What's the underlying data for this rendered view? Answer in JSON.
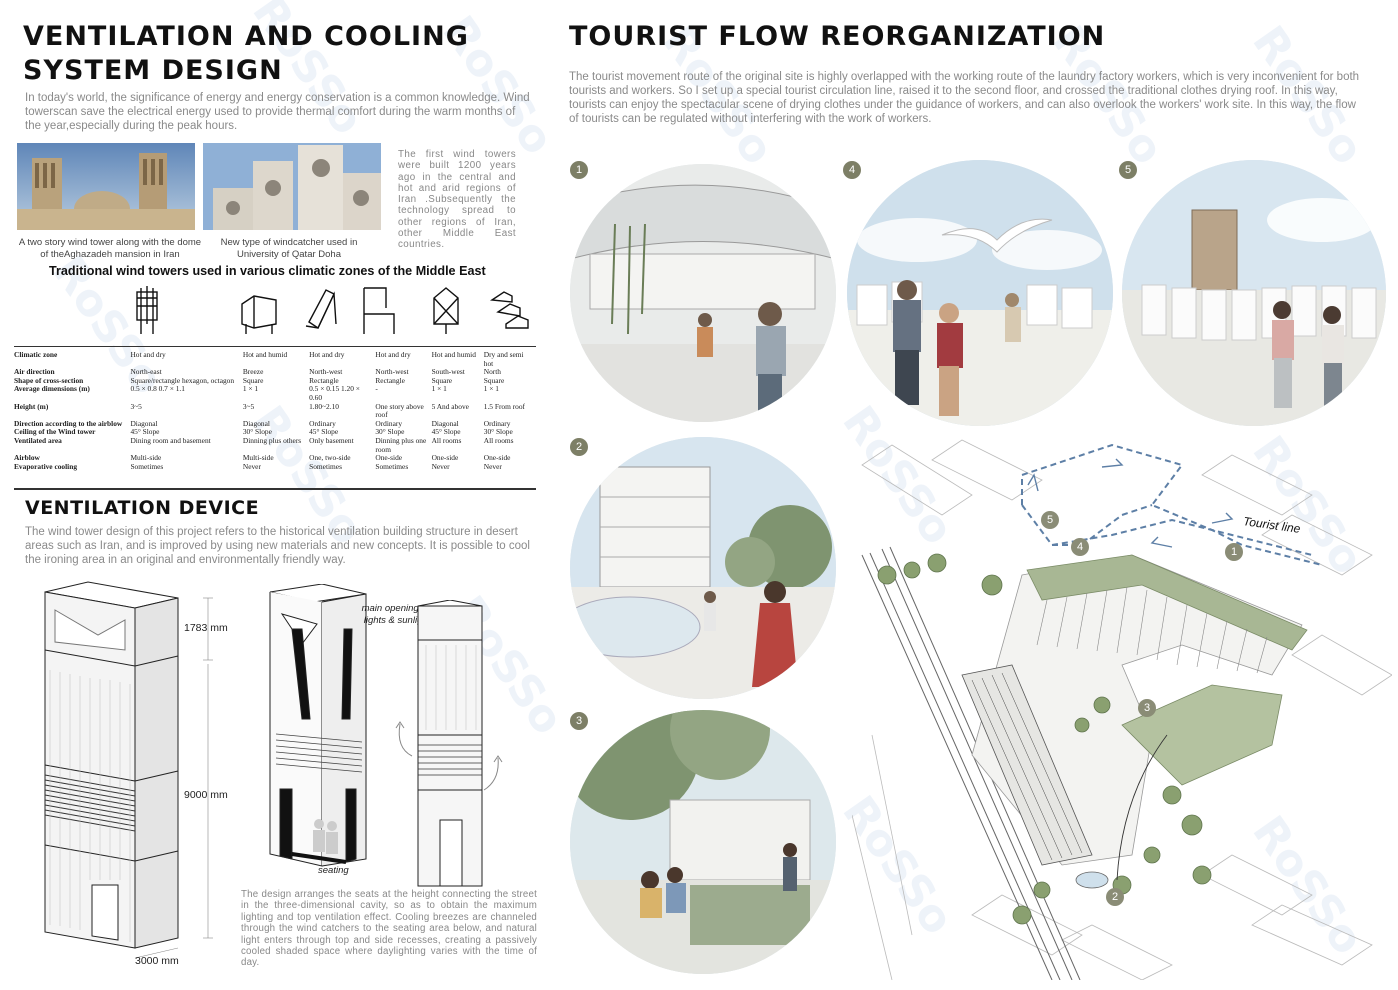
{
  "left": {
    "title_line1": "VENTILATION AND COOLING",
    "title_line2": "SYSTEM DESIGN",
    "intro": "In today's world, the significance of energy and energy conservation is a common knowledge. Wind towerscan save the electrical energy used to provide thermal comfort during the warm months of the year,especially during the peak hours.",
    "photo1_caption": "A two story wind tower along with the dome of theAghazadeh mansion in Iran",
    "photo2_caption": "New type of windcatcher used in University of Qatar Doha",
    "side_note": "The first wind towers were built 1200 years ago in the central and hot and arid regions of Iran .Subsequently the technology spread to other regions of Iran, other Middle East countries.",
    "table_title": "Traditional wind towers used in various climatic zones of the Middle East",
    "table": {
      "rows": [
        {
          "label": "Climatic zone",
          "cells": [
            "Hot and dry",
            "Hot and humid",
            "Hot and dry",
            "Hot and dry",
            "Hot and humid",
            "Dry and semi hot"
          ]
        },
        {
          "label": "Air direction",
          "cells": [
            "North-east",
            "Breeze",
            "North-west",
            "North-west",
            "South-west",
            "North"
          ]
        },
        {
          "label": "Shape of cross-section",
          "cells": [
            "Square/rectangle hexagon, octagon",
            "Square",
            "Rectangle",
            "Rectangle",
            "Square",
            "Square"
          ]
        },
        {
          "label": "Average dimensions (m)",
          "cells": [
            "0.5 × 0.8  0.7 × 1.1",
            "1 × 1",
            "0.5 × 0.15  1.20 × 0.60",
            "-",
            "1 × 1",
            "1 × 1"
          ]
        },
        {
          "label": "Height (m)",
          "cells": [
            "3~5",
            "3~5",
            "1.80~2.10",
            "One story above roof",
            "5 And above",
            "1.5 From roof"
          ]
        },
        {
          "label": "Direction according to the airblow",
          "cells": [
            "Diagonal",
            "Diagonal",
            "Ordinary",
            "Ordinary",
            "Diagonal",
            "Ordinary"
          ]
        },
        {
          "label": "Ceiling of the Wind tower",
          "cells": [
            "45° Slope",
            "30° Slope",
            "45° Slope",
            "30° Slope",
            "45° Slope",
            "30° Slope"
          ]
        },
        {
          "label": "Ventilated area",
          "cells": [
            "Dining room and basement",
            "Dinning plus others",
            "Only basement",
            "Dinning plus one room",
            "All rooms",
            "All rooms"
          ]
        },
        {
          "label": "Airblow",
          "cells": [
            "Multi-side",
            "Multi-side",
            "One, two-side",
            "One-side",
            "One-side",
            "One-side"
          ]
        },
        {
          "label": "Evaporative cooling",
          "cells": [
            "Sometimes",
            "Never",
            "Sometimes",
            "Sometimes",
            "Never",
            "Never"
          ]
        }
      ]
    },
    "device_title": "VENTILATION DEVICE",
    "device_text": "The wind tower design of this project refers to the historical ventilation building structure in desert areas such as Iran, and is improved by using new materials and new concepts. It is possible to cool the ironing area in an original and environmentally friendly way.",
    "dim_top": "1783 mm",
    "dim_height": "9000 mm",
    "dim_width": "3000 mm",
    "label_opening": "main opening for lights & sunlight",
    "label_seating": "seating",
    "device_caption": "The design arranges the seats at the height connecting the street in the three-dimensional cavity, so as to obtain the maximum lighting and top ventilation effect. Cooling breezes are channeled through the wind catchers to the seating area below, and natural light enters through top and side recesses, creating a passively cooled shaded space where daylighting varies with the time of day."
  },
  "right": {
    "title": "TOURIST FLOW REORGANIZATION",
    "intro": "The tourist movement route of the original site is highly overlapped with the working route of the laundry factory workers, which is very inconvenient for both tourists and workers. So I set up a special tourist circulation line, raised it to the second floor, and crossed the traditional clothes drying roof. In this way, tourists can enjoy the spectacular scene of drying clothes under the guidance of workers, and can also overlook the workers' work site. In this way, the flow of tourists can be regulated without interfering with the work of workers.",
    "badges": [
      "1",
      "4",
      "5",
      "2",
      "3"
    ],
    "tourist_line_label": "Tourist line",
    "map_badges": [
      "1",
      "2",
      "3",
      "4",
      "5"
    ]
  },
  "watermark": "RoSSo",
  "colors": {
    "badge": "#7d7f66",
    "sky": "#cfe0ec",
    "green": "#8aa070",
    "route": "#5d7fa6"
  }
}
